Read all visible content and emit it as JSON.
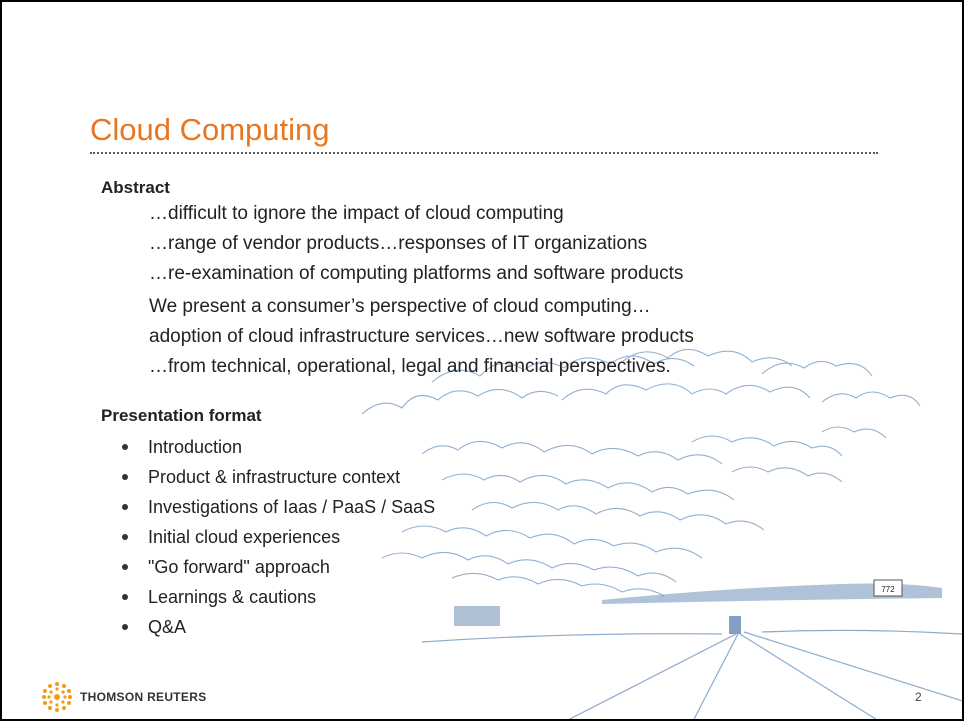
{
  "slide": {
    "title": "Cloud Computing",
    "abstract_heading": "Abstract",
    "abstract_lines": [
      "…difficult to ignore the impact of cloud computing",
      "…range of vendor products…responses of IT organizations",
      "…re-examination of computing platforms and software products"
    ],
    "summary_lines": [
      "We present a consumer’s perspective of cloud computing…",
      "adoption of cloud infrastructure services…new software products",
      "…from technical, operational, legal and financial perspectives."
    ],
    "format_heading": "Presentation format",
    "bullets": [
      "Introduction",
      "Product & infrastructure context",
      "Investigations of Iaas / PaaS / SaaS",
      "Initial cloud experiences",
      "\"Go forward\" approach",
      "Learnings & cautions",
      "Q&A"
    ],
    "road_sign": "772",
    "logo_text": "THOMSON REUTERS",
    "page_number": "2"
  },
  "colors": {
    "title": "#e87722",
    "background_art": "#7fa3c9",
    "logo": "#f39c12"
  },
  "icons": {
    "logo": "thomson-reuters-logo-icon"
  }
}
